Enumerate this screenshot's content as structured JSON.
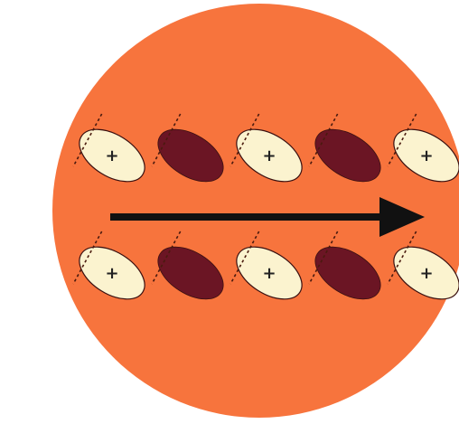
{
  "diagram": {
    "colors": {
      "background": "#ffffff",
      "disc": "#f7743d",
      "light_lobe": "#fbf3cf",
      "dark_lobe": "#6b1524",
      "lobe_outline": "#3a1010",
      "arrow": "#111111",
      "dashed_line": "#4a1a0e"
    },
    "rows": [
      {
        "name": "top-row",
        "lobes": [
          "light",
          "dark",
          "light",
          "dark",
          "light"
        ]
      },
      {
        "name": "bottom-row",
        "lobes": [
          "light",
          "dark",
          "light",
          "dark",
          "light"
        ]
      }
    ],
    "light_lobe_marker": "+",
    "arrow": {
      "direction": "right"
    }
  }
}
